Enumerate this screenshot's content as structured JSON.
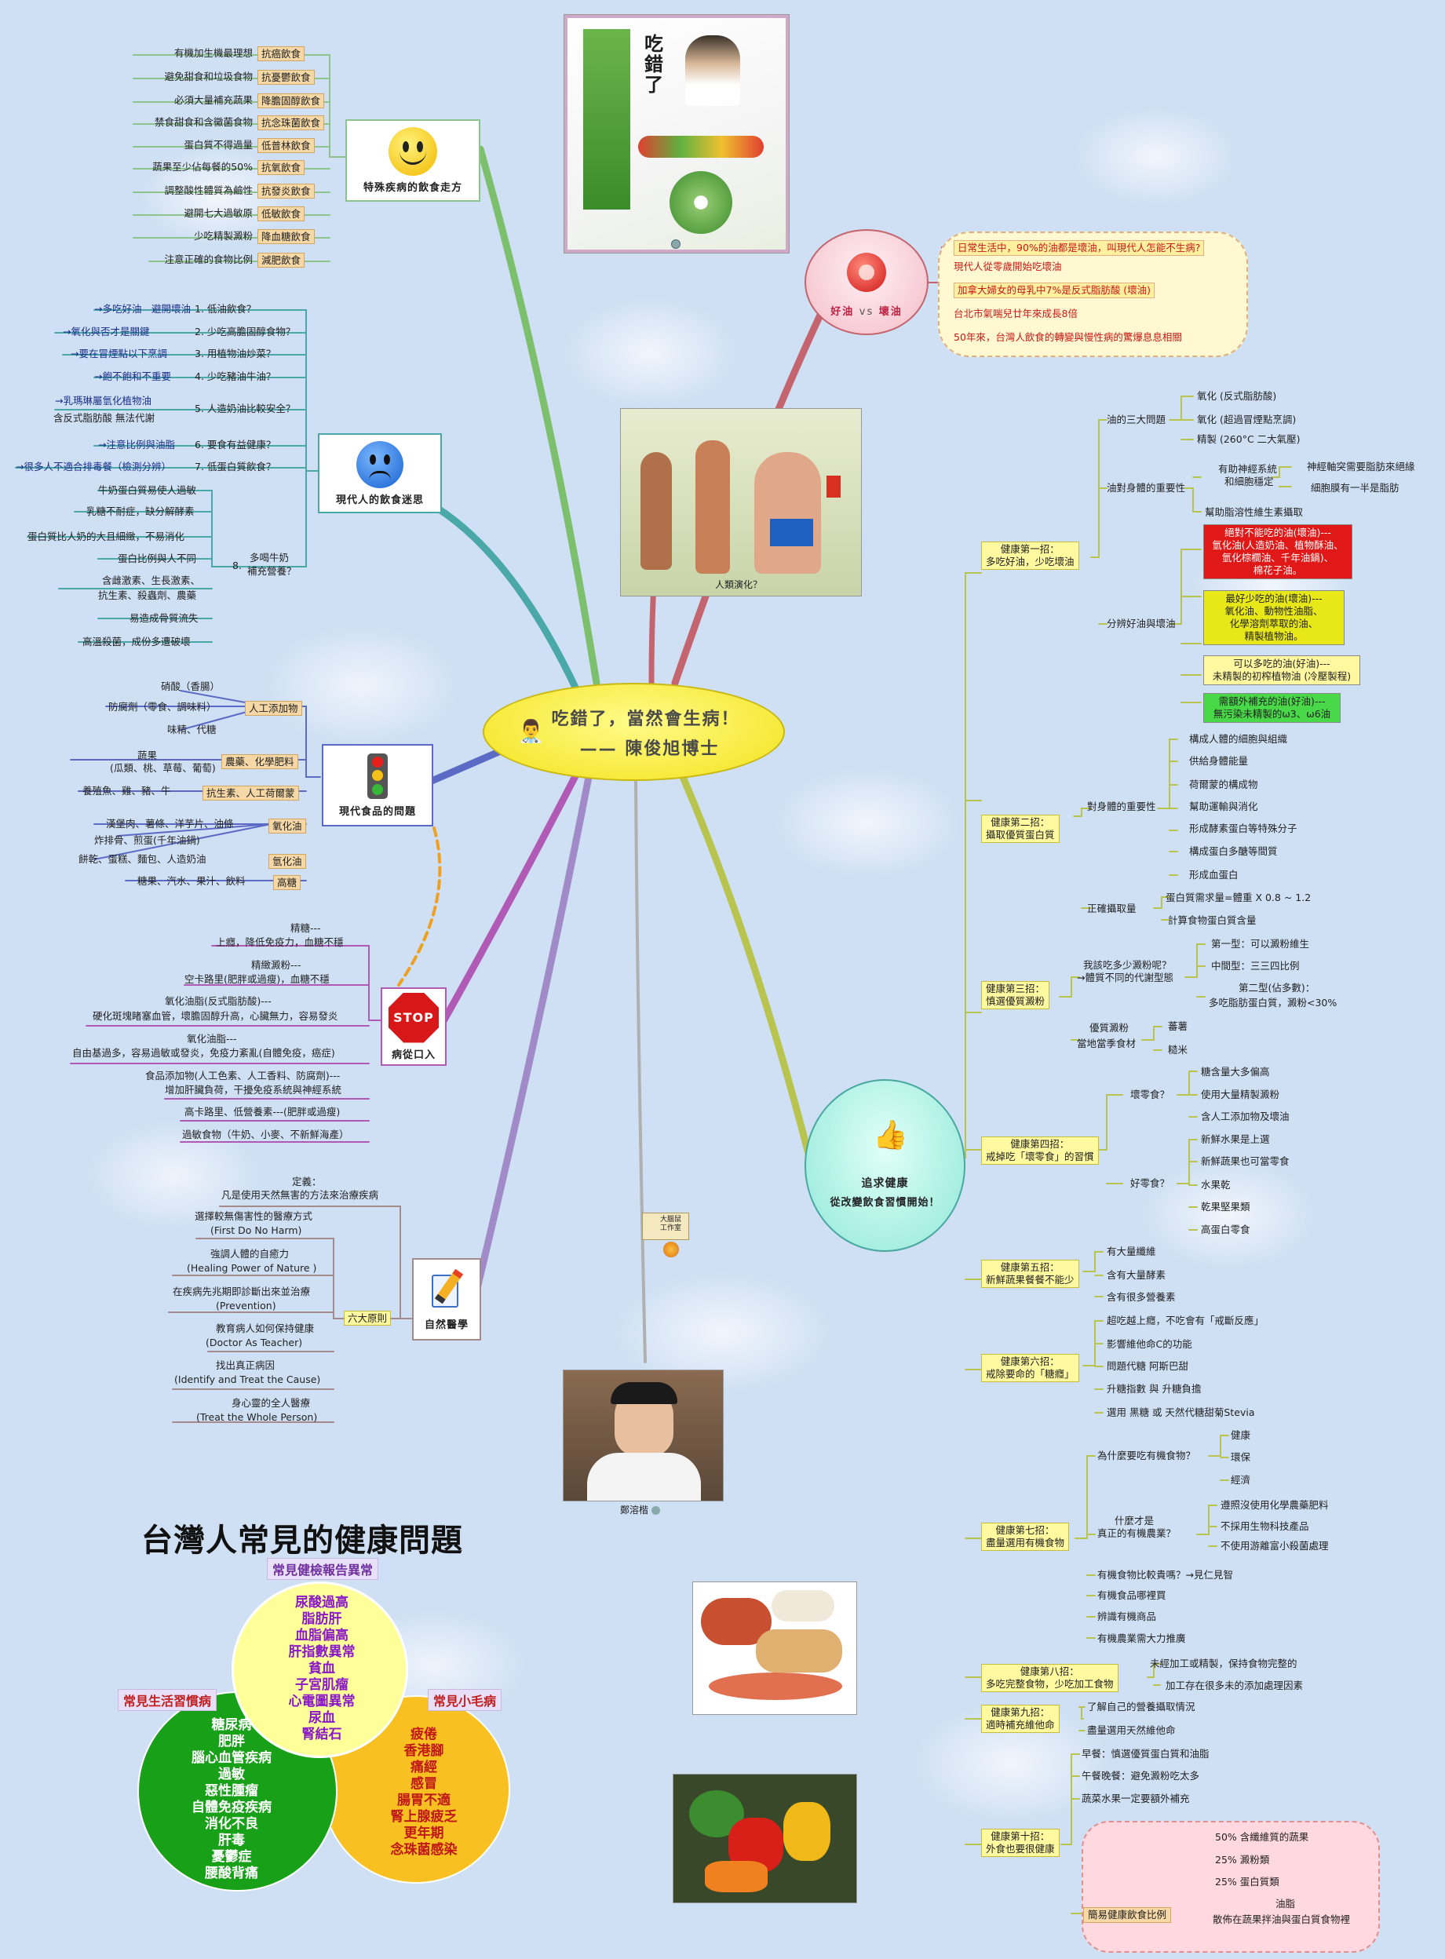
{
  "center": {
    "line1": "吃錯了，當然會生病！",
    "line2": "—— 陳俊旭博士"
  },
  "images": {
    "book_caption": "",
    "evo_caption": "人類演化？",
    "logo_text": "大腦鼠工作室",
    "author_caption": "鄭溶楷"
  },
  "diet_branch": {
    "title": "特殊疾病的飲食走方",
    "items": [
      {
        "text": "有機加生機最理想",
        "tag": "抗癌飲食"
      },
      {
        "text": "避免甜食和垃圾食物",
        "tag": "抗憂鬱飲食"
      },
      {
        "text": "必須大量補充蔬果",
        "tag": "降膽固醇飲食"
      },
      {
        "text": "禁食甜食和含黴菌食物",
        "tag": "抗念珠菌飲食"
      },
      {
        "text": "蛋白質不得過量",
        "tag": "低普林飲食"
      },
      {
        "text": "蔬果至少佔每餐的50%",
        "tag": "抗氧飲食"
      },
      {
        "text": "調整酸性體質為鹼性",
        "tag": "抗發炎飲食"
      },
      {
        "text": "避開七大過敏原",
        "tag": "低敏飲食"
      },
      {
        "text": "少吃精製澱粉",
        "tag": "降血糖飲食"
      },
      {
        "text": "注意正確的食物比例",
        "tag": "減肥飲食"
      }
    ]
  },
  "myths_branch": {
    "title": "現代人的飲食迷思",
    "items": [
      {
        "num": "1. 低油飲食？",
        "left": "→多吃好油　避開壞油"
      },
      {
        "num": "2. 少吃高膽固醇食物？",
        "left": "→氧化與否才是關鍵"
      },
      {
        "num": "3. 用植物油炒菜？",
        "left": "→要在冒煙點以下烹調"
      },
      {
        "num": "4. 少吃豬油牛油？",
        "left": "→飽不飽和不重要"
      },
      {
        "num": "5. 人造奶油比較安全？",
        "left1": "→乳瑪琳屬氫化植物油",
        "left2": "含反式脂肪酸 無法代謝"
      },
      {
        "num": "6. 要食有益健康？",
        "left": "→注意比例與油脂"
      },
      {
        "num": "7. 低蛋白質飲食？",
        "left": "→很多人不適合排毒餐（檢測分辨）"
      }
    ],
    "milk": {
      "q1": "多喝牛奶",
      "q2": "補充營養？",
      "num": "8.",
      "items": [
        "牛奶蛋白質易使人過敏",
        "乳糖不耐症，缺分解酵素",
        "蛋白質比人奶的大且細緻，不易消化",
        "蛋白比例與人不同",
        "含雌激素、生長激素、",
        "抗生素、殺蟲劑、農藥",
        "易造成骨質流失",
        "高溫殺菌，成份多遭破壞"
      ]
    }
  },
  "food_branch": {
    "title": "現代食品的問題",
    "items": [
      {
        "text": "硝酸（香腸）",
        "tag": ""
      },
      {
        "text": "防腐劑（零食、調味料）",
        "tag": "人工添加物"
      },
      {
        "text": "味精、代糖",
        "tag": ""
      },
      {
        "text": "蔬果",
        "text2": "(瓜類、桃、草莓、葡萄)",
        "tag": "農藥、化學肥料"
      },
      {
        "text": "養殖魚、雞、豬、牛",
        "tag": "抗生素、人工荷爾蒙"
      },
      {
        "text": "漢堡肉、薯條、洋芋片、油條",
        "tag": ""
      },
      {
        "text": "炸排骨、煎蛋(千年油鍋)",
        "tag": "氧化油"
      },
      {
        "text": "餅乾、蛋糕、麵包、人造奶油",
        "tag": "氫化油"
      },
      {
        "text": "糖果、汽水、果汁、飲料",
        "tag": "高糖"
      }
    ]
  },
  "stop_branch": {
    "title": "病從口入",
    "items": [
      {
        "l1": "精糖---",
        "l2": "上癮，降低免疫力，血糖不穩"
      },
      {
        "l1": "精緻澱粉---",
        "l2": "空卡路里(肥胖或過瘦)，血糖不穩"
      },
      {
        "l1": "氧化油脂(反式脂肪酸)---",
        "l2": "硬化斑塊睹塞血管，壞膽固醇升高，心臟無力，容易發炎"
      },
      {
        "l1": "氧化油脂---",
        "l2": "自由基過多，容易過敏或發炎，免疫力紊亂(自體免疫，癌症)"
      },
      {
        "l1": "食品添加物(人工色素、人工香料、防腐劑)---",
        "l2": "增加肝臟負荷，干擾免疫系統與神經系統"
      },
      {
        "l1": "高卡路里、低營養素---(肥胖或過瘦)",
        "l2": ""
      },
      {
        "l1": "過敏食物（牛奶、小麥、不新鮮海產）",
        "l2": ""
      }
    ]
  },
  "nature_branch": {
    "title": "自然醫學",
    "def1": "定義：",
    "def2": "凡是使用天然無害的方法來治療疾病",
    "tag": "六大原則",
    "items": [
      {
        "l1": "選擇較無傷害性的醫療方式",
        "l2": "(First Do No Harm)"
      },
      {
        "l1": "強調人體的自癒力",
        "l2": "(Healing Power of  Nature )"
      },
      {
        "l1": "在疾病先兆期即診斷出來並治療",
        "l2": "(Prevention)"
      },
      {
        "l1": "教育病人如何保持健康",
        "l2": "(Doctor As Teacher)"
      },
      {
        "l1": "找出真正病因",
        "l2": "(Identify and Treat the Cause)"
      },
      {
        "l1": "身心靈的全人醫療",
        "l2": "(Treat the Whole Person)"
      }
    ]
  },
  "oil_branch": {
    "title_a": "好油",
    "title_vs": "vs",
    "title_b": "壞油",
    "items": [
      "日常生活中，90%的油都是壞油，叫現代人怎能不生病?",
      "現代人從零歲開始吃壞油",
      "加拿大婦女的母乳中7%是反式脂肪酸 (壞油)",
      "台北市氣喘兒廿年來成長8倍",
      "50年來，台灣人飲食的轉變與慢性病的驚爆息息相關"
    ]
  },
  "health_branch": {
    "title1": "追求健康",
    "title2": "從改變飲食習慣開始！",
    "tip1": {
      "l1": "健康第一招：",
      "l2": "多吃好油，少吃壞油",
      "three": {
        "label": "油的三大問題",
        "items": [
          "氧化 (反式脂肪酸)",
          "氧化 (超過冒煙點烹調)",
          "精製 (260°C 二大氣壓)"
        ]
      },
      "importance": {
        "label": "油對身體的重要性",
        "a1": "有助神經系統",
        "a2": "和細胞穩定",
        "a3": "神經軸突需要脂肪來絕緣",
        "a4": "細胞膜有一半是脂肪",
        "b": "幫助脂溶性維生素攝取"
      },
      "distinguish": {
        "label": "分辨好油與壞油",
        "red": [
          "絕對不能吃的油(壞油)---",
          "氫化油(人造奶油、植物酥油、",
          "氫化棕櫚油、千年油鍋)、",
          "棉花子油。"
        ],
        "yellow": [
          "最好少吃的油(壞油)---",
          "氧化油、動物性油脂、",
          "化學溶劑萃取的油、",
          "精製植物油。"
        ],
        "lyellow": [
          "可以多吃的油(好油)---",
          "未精製的初榨植物油 (冷壓製程)"
        ],
        "green": [
          "需額外補充的油(好油)---",
          "無污染未精製的ω3、ω6油"
        ]
      }
    },
    "tip2": {
      "l1": "健康第二招：",
      "l2": "攝取優質蛋白質",
      "importance": {
        "label": "對身體的重要性",
        "items": [
          "構成人體的細胞與組織",
          "供給身體能量",
          "荷爾蒙的構成物",
          "幫助運輸與消化",
          "形成酵素蛋白等特殊分子",
          "構成蛋白多醣等間質",
          "形成血蛋白"
        ]
      },
      "intake": {
        "label": "正確攝取量",
        "items": [
          "蛋白質需求量=體重 X 0.8 ~ 1.2",
          "計算食物蛋白質含量"
        ]
      }
    },
    "tip3": {
      "l1": "健康第三招：",
      "l2": "慎選優質澱粉",
      "how": {
        "l1": "我該吃多少澱粉呢？",
        "l2": "→體質不同的代謝型態",
        "items": [
          "第一型：可以澱粉維生",
          "中間型：三三四比例",
          "第二型(佔多數)：",
          "多吃脂肪蛋白質，澱粉<30%"
        ]
      },
      "good": {
        "l1": "優質澱粉",
        "l2": "當地當季食材",
        "items": [
          "蕃薯",
          "糙米"
        ]
      }
    },
    "tip4": {
      "l1": "健康第四招：",
      "l2": "戒掉吃「壞零食」的習慣",
      "bad": {
        "label": "壞零食？",
        "items": [
          "糖含量大多偏高",
          "使用大量精製澱粉",
          "含人工添加物及壞油"
        ]
      },
      "good": {
        "label": "好零食？",
        "items": [
          "新鮮水果是上選",
          "新鮮蔬果也可當零食",
          "水果乾",
          "乾果堅果類",
          "高蛋白零食"
        ]
      }
    },
    "tip5": {
      "l1": "健康第五招：",
      "l2": "新鮮蔬果餐餐不能少",
      "items": [
        "有大量纖維",
        "含有大量酵素",
        "含有很多營養素"
      ]
    },
    "tip6": {
      "l1": "健康第六招：",
      "l2": "戒除要命的「糖癮」",
      "items": [
        "超吃越上癮，不吃會有「戒斷反應」",
        "影響維他命C的功能",
        "問題代糖 阿斯巴甜",
        "升糖指數 與 升糖負擔",
        "選用 黑糖 或 天然代糖甜菊Stevia"
      ]
    },
    "tip7": {
      "l1": "健康第七招：",
      "l2": "盡量選用有機食物",
      "why": {
        "label": "為什麼要吃有機食物？",
        "items": [
          "健康",
          "環保",
          "經濟"
        ]
      },
      "what": {
        "l1": "什麼才是",
        "l2": "真正的有機農業？",
        "items": [
          "遵照沒使用化學農藥肥料",
          "不採用生物科技產品",
          "不使用游離富小殺菌處理"
        ]
      },
      "others": [
        "有機食物比較貴嗎？→見仁見智",
        "有機食品哪裡買",
        "辨識有機商品",
        "有機農業需大力推廣"
      ]
    },
    "tip8": {
      "l1": "健康第八招：",
      "l2": "多吃完整食物，少吃加工食物",
      "items": [
        "未經加工或精製，保持食物完整的",
        "加工存在很多未的添加處理因素"
      ]
    },
    "tip9": {
      "l1": "健康第九招：",
      "l2": "適時補充維他命",
      "items": [
        "了解自己的營養攝取情況",
        "盡量選用天然維他命"
      ]
    },
    "tip10": {
      "l1": "健康第十招：",
      "l2": "外食也要很健康",
      "items": [
        "早餐：慎選優質蛋白質和油脂",
        "午餐晚餐：避免澱粉吃太多",
        "蔬菜水果一定要額外補充"
      ],
      "ratio_label": "簡易健康飲食比例",
      "ratio": [
        "50% 含纖維質的蔬果",
        "25% 澱粉類",
        "25% 蛋白質類",
        "油脂",
        "散佈在蔬果拌油與蛋白質食物裡"
      ]
    }
  },
  "taiwan": {
    "title": "台灣人常見的健康問題",
    "top_label": "常見健檢報告異常",
    "top_items": [
      "尿酸過高",
      "脂肪肝",
      "血脂偏高",
      "肝指數異常",
      "貧血",
      "子宮肌瘤",
      "心電圖異常",
      "尿血",
      "腎結石"
    ],
    "left_label": "常見生活習慣病",
    "left_items": [
      "糖尿病",
      "肥胖",
      "腦心血管疾病",
      "過敏",
      "惡性腫瘤",
      "自體免疫疾病",
      "消化不良",
      "肝毒",
      "憂鬱症",
      "腰酸背痛"
    ],
    "right_label": "常見小毛病",
    "right_items": [
      "疲倦",
      "香港腳",
      "痛經",
      "感冒",
      "腸胃不適",
      "腎上腺疲乏",
      "更年期",
      "念珠菌感染"
    ]
  },
  "colors": {
    "diet": "#8cc48c",
    "myths": "#4aa8a8",
    "food": "#5b6ac4",
    "stop": "#b05ab6",
    "nature": "#a0a0a0",
    "oil": "#c4646e",
    "health": "#b8c44e",
    "top": "#8cc464"
  }
}
